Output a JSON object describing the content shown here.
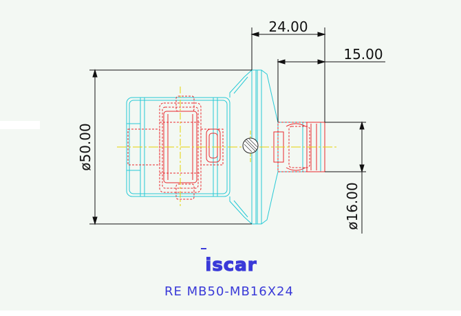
{
  "dimensions": {
    "overall_length": "24.00",
    "shank_length": "15.00",
    "flange_diameter": "ø50.00",
    "shank_diameter": "ø16.00"
  },
  "brand": "iscar",
  "part_code": "RE MB50-MB16X24",
  "colors": {
    "cyan": "#25c9d6",
    "red": "#e8262b",
    "dim": "#111111",
    "yellow": "#e6d200",
    "blue": "#3a3ad8"
  }
}
